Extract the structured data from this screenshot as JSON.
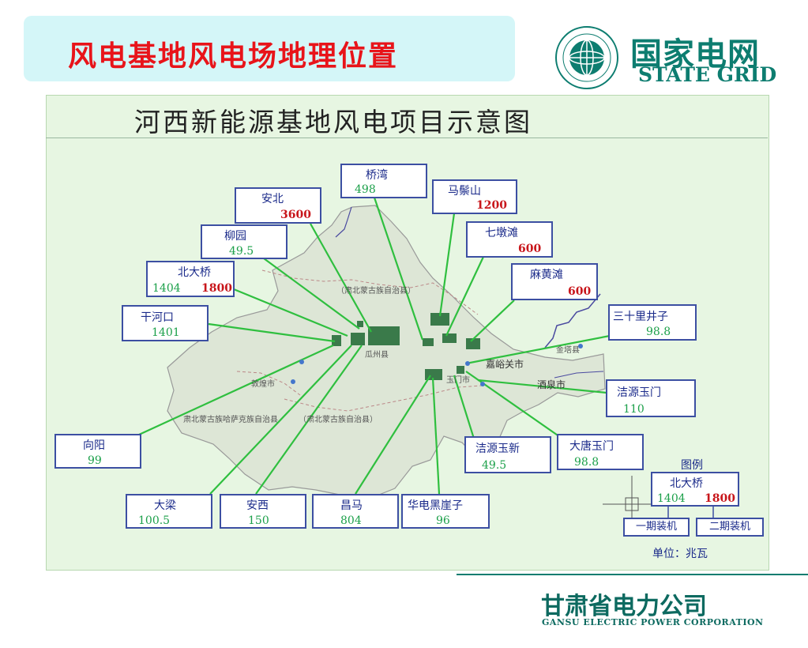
{
  "header": {
    "title": "风电基地风电场地理位置",
    "logo_cn": "国家电网",
    "logo_en": "STATE GRID",
    "logo_icon": "state-grid-globe-logo"
  },
  "map": {
    "title": "河西新能源基地风电项目示意图",
    "places": {
      "mongol": "（肃北蒙古族自治县）",
      "kazakh": "肃北蒙古族哈萨克族自治县",
      "mongol2": "（肃北蒙古族自治县）",
      "anxi": "瓜州县",
      "dunhuang": "敦煌市",
      "jiayuguan": "嘉峪关市",
      "jiuquan": "酒泉市",
      "jinta": "金塔县",
      "yumen": "玉门市"
    },
    "projects": [
      {
        "key": "qiaowan",
        "name": "桥湾",
        "phase1": "498",
        "phase2": ""
      },
      {
        "key": "mazongshan",
        "name": "马鬃山",
        "phase1": "",
        "phase2": "1200"
      },
      {
        "key": "anbei",
        "name": "安北",
        "phase1": "",
        "phase2": "3600"
      },
      {
        "key": "qiduntan",
        "name": "七墩滩",
        "phase1": "",
        "phase2": "600"
      },
      {
        "key": "liuyuan",
        "name": "柳园",
        "phase1": "49.5",
        "phase2": ""
      },
      {
        "key": "mahuangtan",
        "name": "麻黄滩",
        "phase1": "",
        "phase2": "600"
      },
      {
        "key": "beidaqiao",
        "name": "北大桥",
        "phase1": "1404",
        "phase2": "1800"
      },
      {
        "key": "ganhekou",
        "name": "干河口",
        "phase1": "1401",
        "phase2": ""
      },
      {
        "key": "sanshilijingzi",
        "name": "三十里井子",
        "phase1": "98.8",
        "phase2": ""
      },
      {
        "key": "jieyuanyumen",
        "name": "洁源玉门",
        "phase1": "110",
        "phase2": ""
      },
      {
        "key": "xiangyang",
        "name": "向阳",
        "phase1": "99",
        "phase2": ""
      },
      {
        "key": "jieyuanyuxin",
        "name": "洁源玉新",
        "phase1": "49.5",
        "phase2": ""
      },
      {
        "key": "datangyumen",
        "name": "大唐玉门",
        "phase1": "98.8",
        "phase2": ""
      },
      {
        "key": "daliang",
        "name": "大梁",
        "phase1": "100.5",
        "phase2": ""
      },
      {
        "key": "anxi",
        "name": "安西",
        "phase1": "150",
        "phase2": ""
      },
      {
        "key": "changma",
        "name": "昌马",
        "phase1": "804",
        "phase2": ""
      },
      {
        "key": "huadianheiyazi",
        "name": "华电黑崖子",
        "phase1": "96",
        "phase2": ""
      }
    ],
    "legend": {
      "title": "图例",
      "sample_name": "北大桥",
      "sample_phase1": "1404",
      "sample_phase2": "1800",
      "phase1_label": "一期装机",
      "phase2_label": "二期装机"
    },
    "unit": "单位：兆瓦",
    "colors": {
      "phase1": "#1ca04a",
      "phase2": "#c8161b",
      "box_border": "#3c4fa2",
      "leader_line": "#2fbf3f",
      "land": "#dde6d6",
      "water_line": "#4a4aa0"
    }
  },
  "footer": {
    "company_cn": "甘肃省电力公司",
    "company_en": "GANSU ELECTRIC POWER CORPORATION"
  }
}
